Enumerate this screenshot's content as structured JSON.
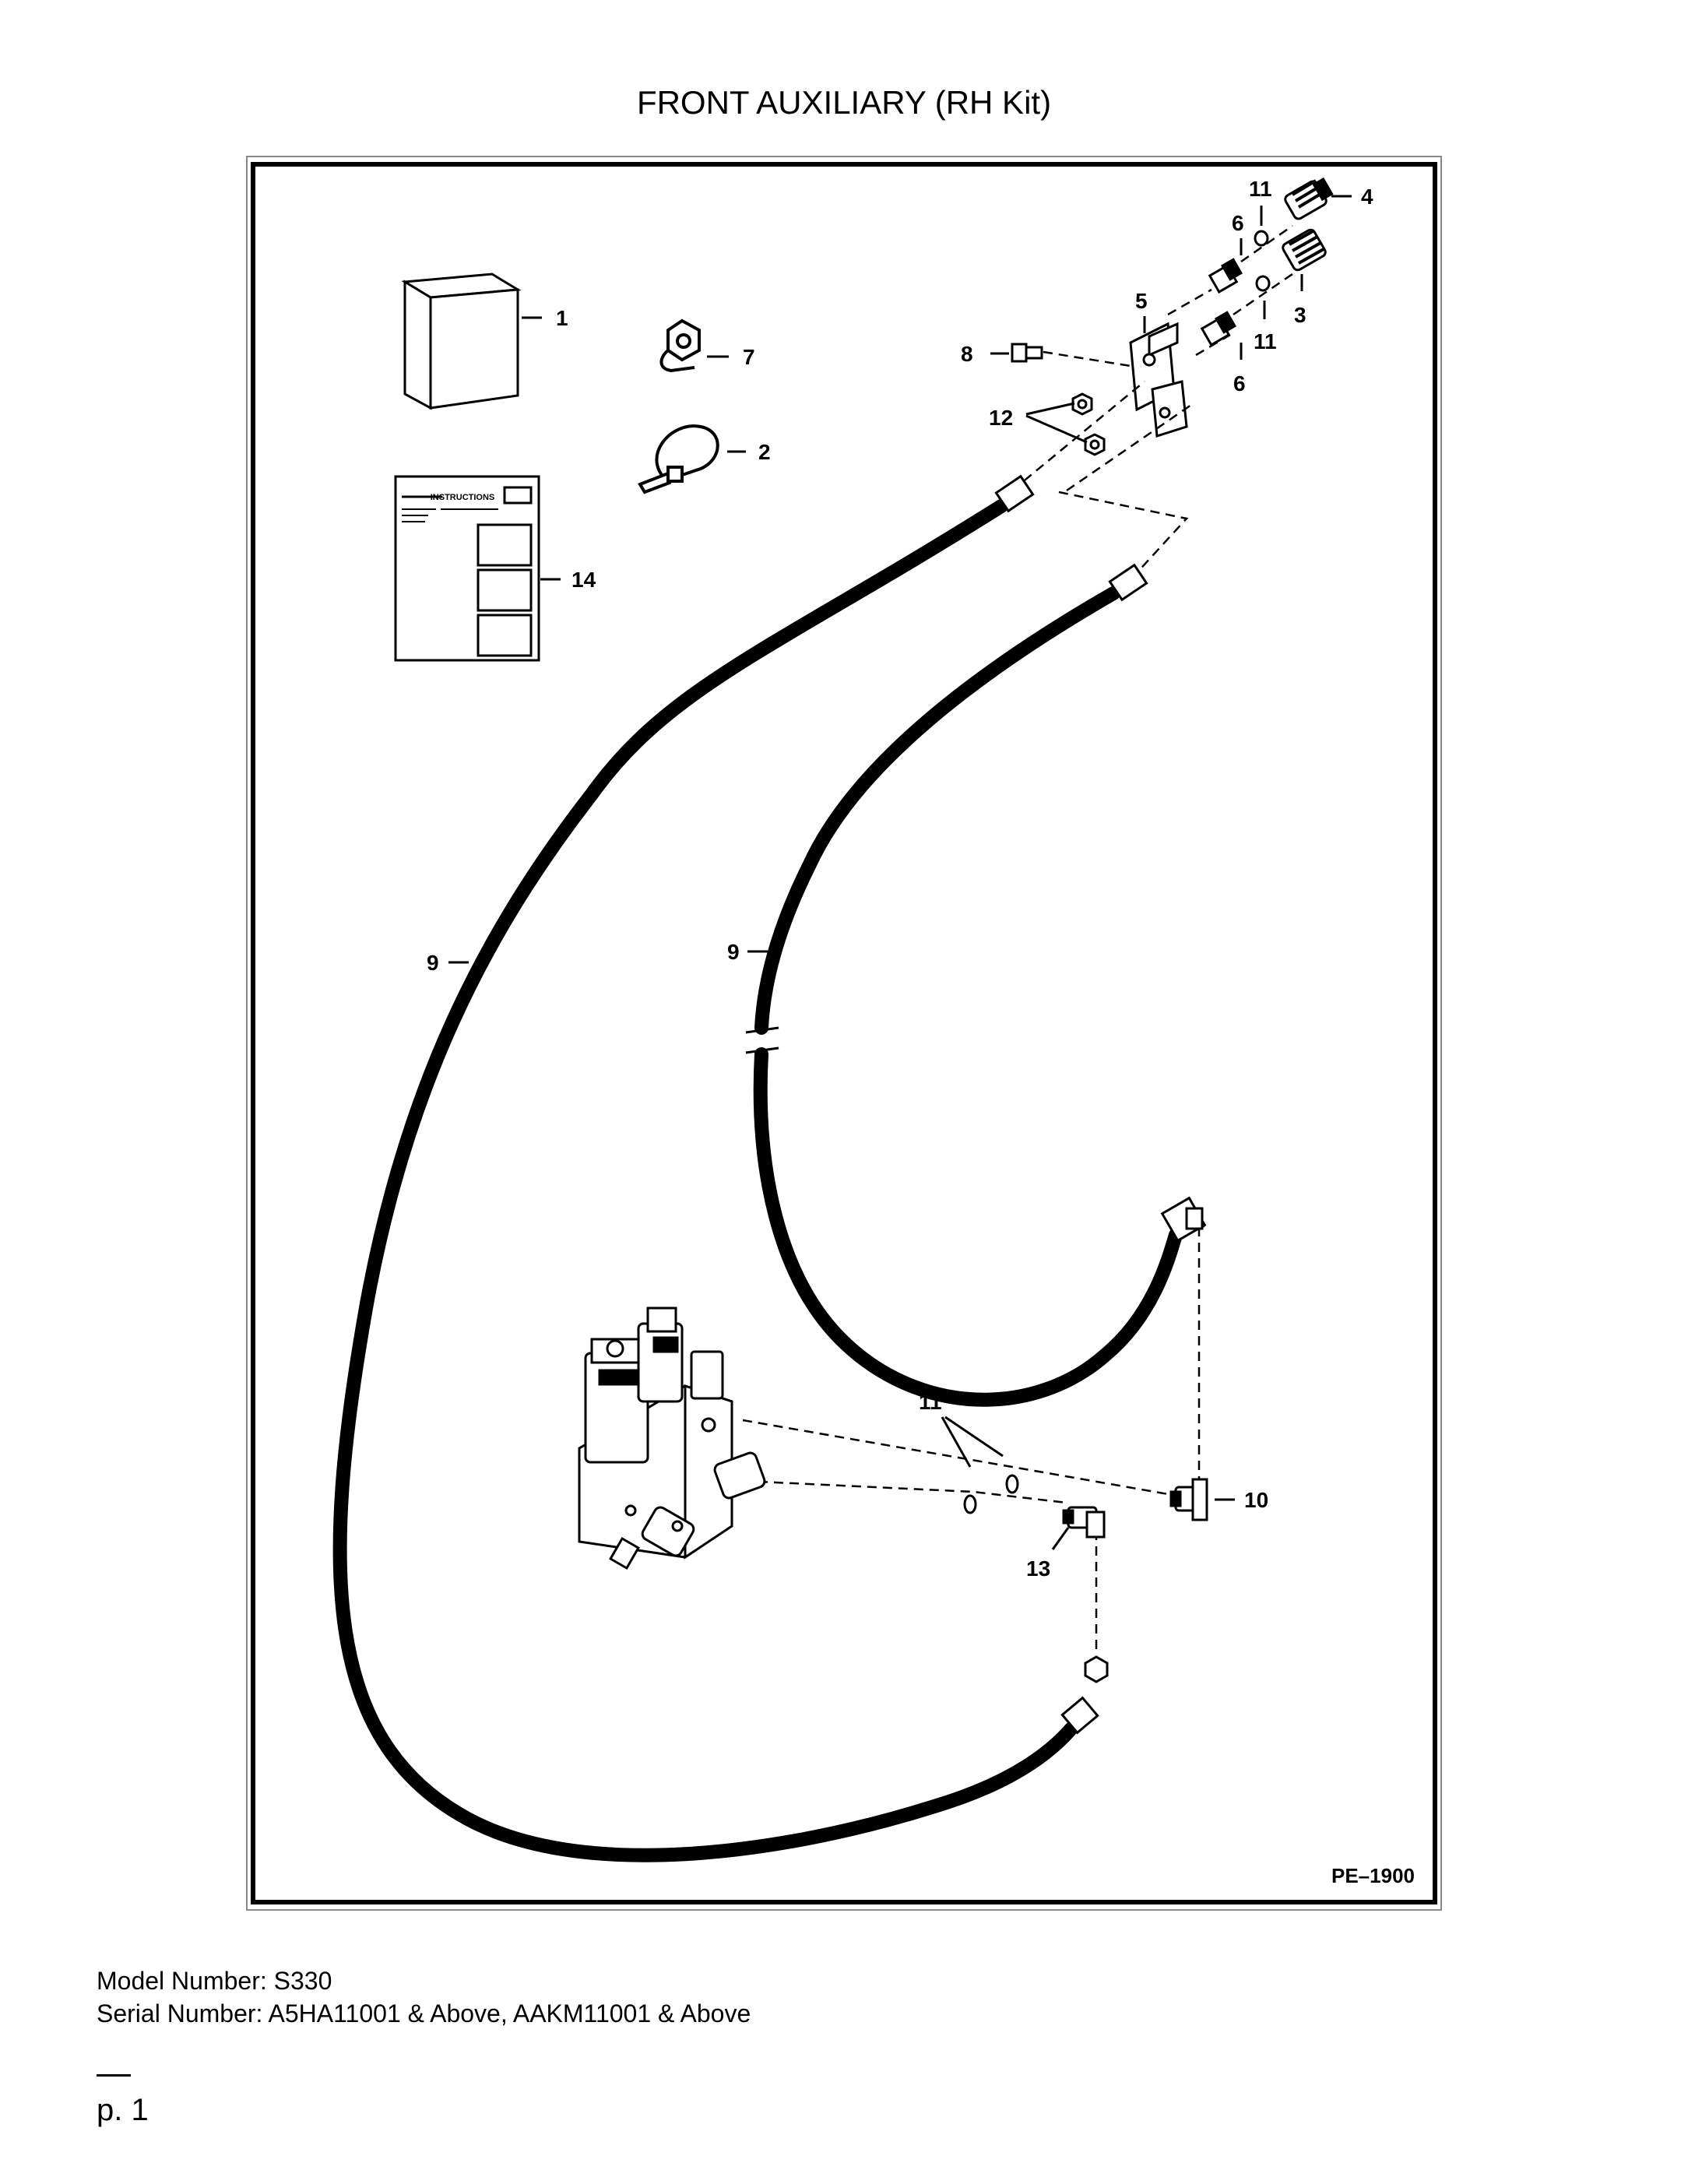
{
  "title": "FRONT AUXILIARY (RH Kit)",
  "figure_id": "PE–1900",
  "callouts": {
    "c1": "1",
    "c2": "2",
    "c3": "3",
    "c4": "4",
    "c5": "5",
    "c6a": "6",
    "c6b": "6",
    "c7": "7",
    "c8": "8",
    "c9a": "9",
    "c9b": "9",
    "c10": "10",
    "c11a": "11",
    "c11b": "11",
    "c11c": "11",
    "c12": "12",
    "c13": "13",
    "c14": "14"
  },
  "instructions_label": "INSTRUCTIONS",
  "footer": {
    "model": "Model Number: S330",
    "serial": "Serial Number: A5HA11001 & Above, AAKM11001 & Above"
  },
  "page": "p. 1"
}
